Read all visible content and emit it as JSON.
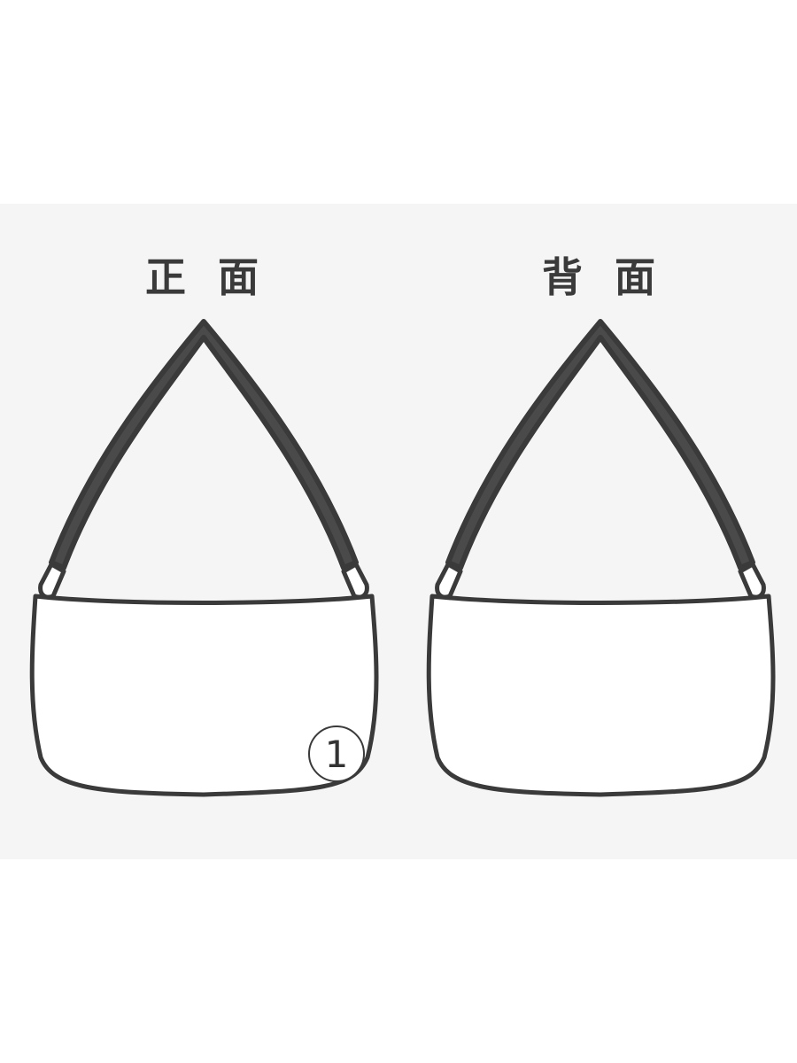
{
  "views": {
    "front": {
      "label": "正 面",
      "marker": "1"
    },
    "back": {
      "label": "背 面"
    }
  },
  "colors": {
    "background": "#ffffff",
    "panel": "#f5f5f5",
    "strap": "#4a4a4a",
    "outline": "#3a3a3a",
    "bag_fill": "#ffffff"
  }
}
